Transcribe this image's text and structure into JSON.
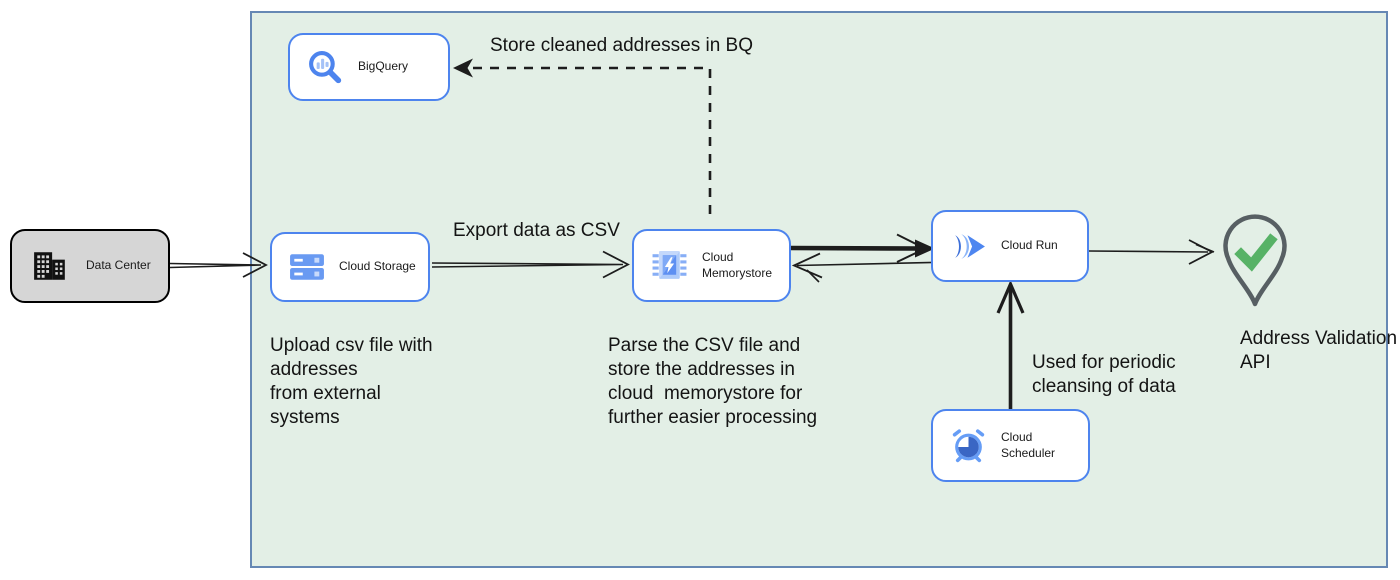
{
  "diagram": {
    "external": {
      "label": "Data Center"
    },
    "nodes": {
      "bigquery": {
        "label": "BigQuery"
      },
      "storage": {
        "label": "Cloud Storage"
      },
      "memorystore": {
        "label": "Cloud Memorystore"
      },
      "run": {
        "label": "Cloud Run"
      },
      "scheduler": {
        "label": "Cloud Scheduler"
      }
    },
    "annotations": {
      "store_bq": "Store cleaned addresses in BQ",
      "export_csv": "Export data as CSV",
      "upload_note": "Upload csv file with\naddresses\nfrom external\nsystems",
      "parse_note": "Parse the CSV file and\nstore the addresses in\ncloud  memorystore for\nfurther easier processing",
      "scheduler_note": "Used for periodic\ncleansing of data",
      "api_label": "Address Validation\nAPI"
    },
    "colors": {
      "container_fill": "#e3efe6",
      "container_border": "#6688b4",
      "node_border": "#4d84ee",
      "node_fill": "#ffffff",
      "external_fill": "#d6d6d6",
      "external_border": "#000000",
      "arrow": "#1d1d1d",
      "icon_blue": "#4e86f0",
      "icon_blue_light": "#aecbfa",
      "pin_outline": "#575f63",
      "check_green": "#57b266"
    }
  }
}
